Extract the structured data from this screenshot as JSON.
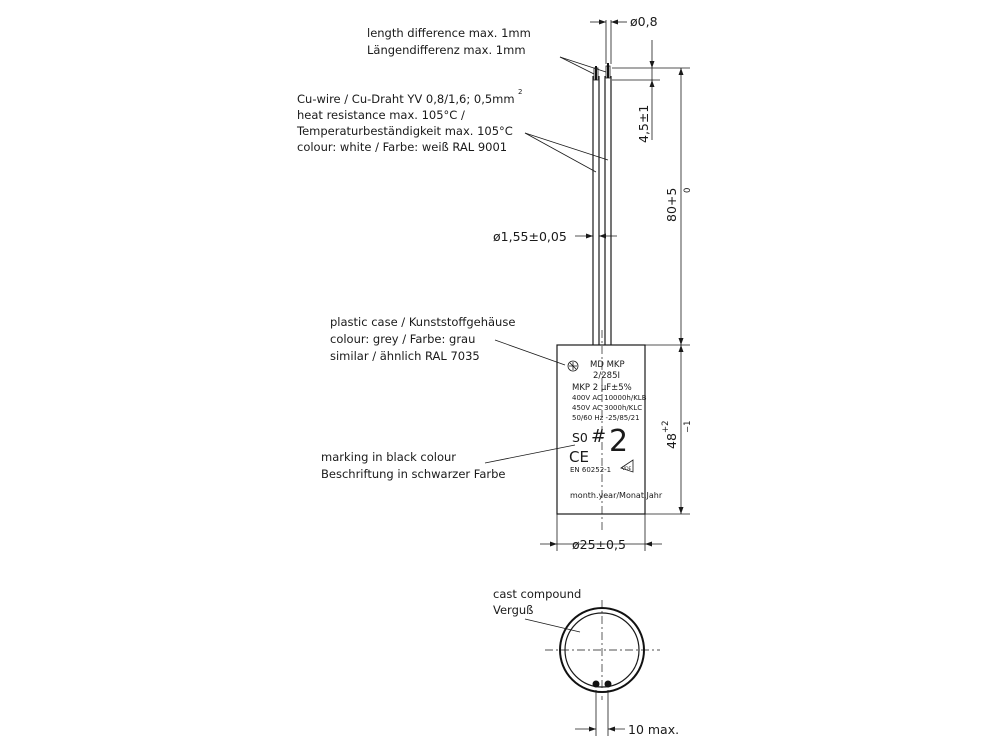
{
  "notes": {
    "length_diff_en": "length difference max. 1mm",
    "length_diff_de": "Längendifferenz max. 1mm",
    "wire_line1": "Cu-wire / Cu-Draht YV 0,8/1,6; 0,5mm",
    "wire_sup": "2",
    "wire_line2": "heat resistance max. 105°C /",
    "wire_line3": "Temperaturbeständigkeit max. 105°C",
    "wire_line4": "colour: white / Farbe: weiß RAL 9001",
    "case_line1": "plastic case / Kunststoffgehäuse",
    "case_line2": "colour: grey / Farbe: grau",
    "case_line3": "similar / ähnlich RAL 7035",
    "marking_en": "marking in black colour",
    "marking_de": "Beschriftung in schwarzer Farbe",
    "cast_en": "cast compound",
    "cast_de": "Verguß"
  },
  "dimensions": {
    "wire_dia": "ø0,8",
    "wire_end": "4,5±1",
    "lead_len": "80+5",
    "lead_len_tol": "0",
    "insul_dia": "ø1,55±0,05",
    "body_len": "48",
    "body_tol_up": "+2",
    "body_tol_dn": "−1",
    "body_dia": "ø25±0,5",
    "pin_spacing": "10 max."
  },
  "label": {
    "l1": "MD MKP",
    "l2": "2/285I",
    "l3": "MKP 2 µF±5%",
    "l4": "400V AC 10000h/KLB",
    "l5": "450V AC 3000h/KLC",
    "l6": "50/60 Hz -25/85/21",
    "so": "S0",
    "hash": "#",
    "value": "2",
    "ce": "CE",
    "vde": "VDE",
    "en": "EN 60252-1",
    "date": "month.year/Monat.Jahr"
  }
}
